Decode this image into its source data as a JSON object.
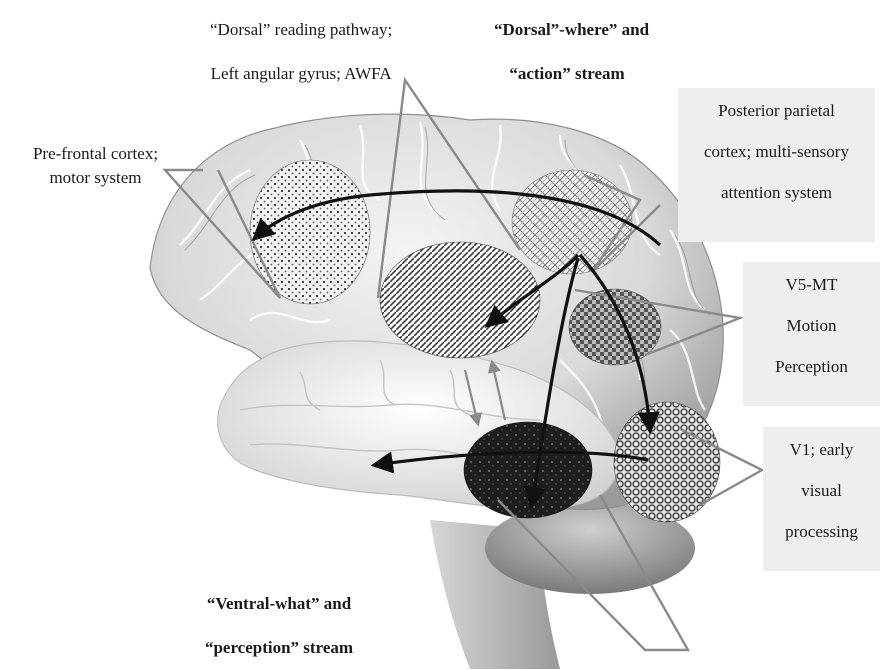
{
  "labels": {
    "dorsal_reading": [
      "“Dorsal” reading pathway;",
      "Left angular gyrus; AWFA"
    ],
    "dorsal_where": [
      "“Dorsal”-where” and",
      "“action” stream"
    ],
    "prefrontal": [
      "Pre-frontal cortex;",
      "motor system"
    ],
    "posterior_parietal": [
      "Posterior parietal",
      "cortex; multi-sensory",
      "attention system"
    ],
    "v5_mt": [
      "V5-MT",
      "Motion",
      "Perception"
    ],
    "v1": [
      "V1; early",
      "visual",
      "processing"
    ],
    "ventral_what": [
      "“Ventral-what” and",
      "“perception” stream"
    ]
  },
  "colors": {
    "callout_line": "#8a8a8a",
    "arrow": "#111111",
    "box_fill": "#eeeeee"
  }
}
